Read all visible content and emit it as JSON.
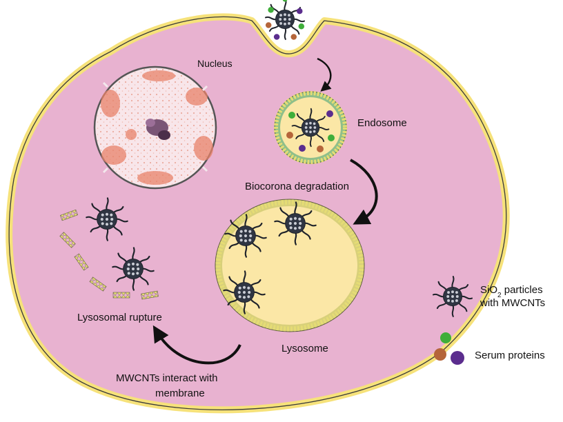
{
  "labels": {
    "nucleus": "Nucleus",
    "endosome": "Endosome",
    "biocorona": "Biocorona degradation",
    "lysosome": "Lysosome",
    "rupture": "Lysosomal rupture",
    "interact_line1": "MWCNTs interact with",
    "interact_line2": "membrane"
  },
  "legend": {
    "particle_line1_pre": "SiO",
    "particle_sub": "2",
    "particle_line1_post": " particles",
    "particle_line2": "with MWCNTs",
    "serum": "Serum proteins"
  },
  "colors": {
    "cytoplasm": "#e8b2d0",
    "membrane_fill": "#f6e27a",
    "membrane_stroke": "#3a3a3a",
    "lysosome_lumen": "#fbe7a6",
    "nucleus_fill": "#f8e6ea",
    "nucleus_dots": "#e07a5f",
    "particle": "#2f3542",
    "protein_green": "#3fae3a",
    "protein_brown": "#b5653a",
    "protein_purple": "#5b2d8e"
  }
}
